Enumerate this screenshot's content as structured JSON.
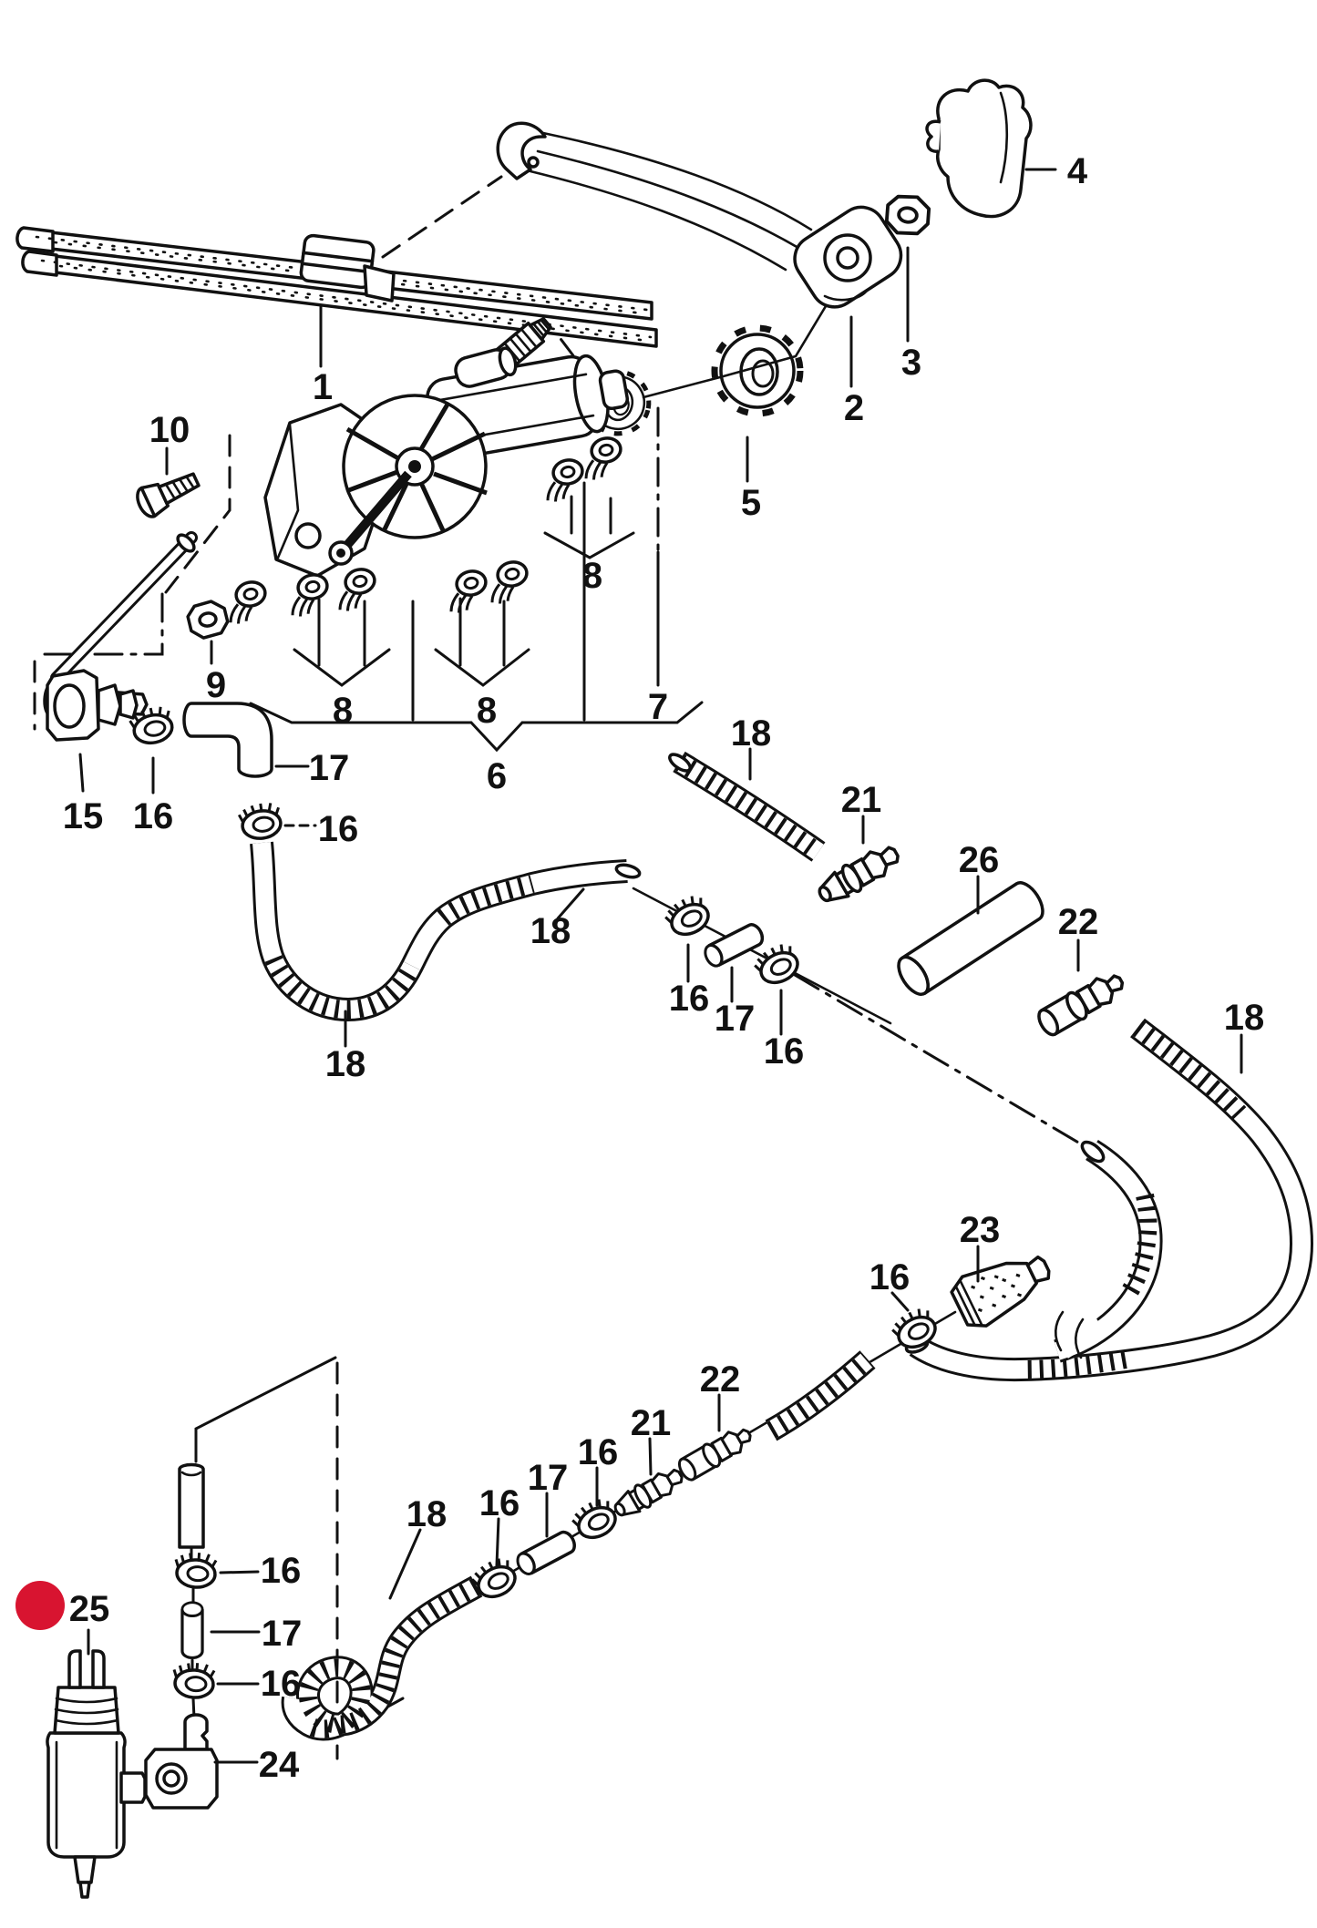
{
  "diagram": {
    "kind": "exploded-parts-diagram",
    "subject": "rear window wiper and washer system",
    "background_color": "#ffffff",
    "line_color": "#111111",
    "highlight_color": "#d81430",
    "highlighted_part": "25"
  },
  "callouts": [
    {
      "text": "1",
      "part": "wiper-blade"
    },
    {
      "text": "2",
      "part": "wiper-arm"
    },
    {
      "text": "3",
      "part": "hex-nut"
    },
    {
      "text": "4",
      "part": "cap"
    },
    {
      "text": "5",
      "part": "grommet"
    },
    {
      "text": "10",
      "part": "bolt"
    },
    {
      "text": "9",
      "part": "nut"
    },
    {
      "text": "8",
      "part": "screw-group-left"
    },
    {
      "text": "8",
      "part": "screw-group-middle"
    },
    {
      "text": "8",
      "part": "screw-group-right"
    },
    {
      "text": "6",
      "part": "motor-bracket"
    },
    {
      "text": "7",
      "part": "wiper-motor"
    },
    {
      "text": "15",
      "part": "connector"
    },
    {
      "text": "16",
      "part": "hose-clamp"
    },
    {
      "text": "17",
      "part": "elbow-hose"
    },
    {
      "text": "16",
      "part": "hose-clamp"
    },
    {
      "text": "18",
      "part": "washer-hose"
    },
    {
      "text": "18",
      "part": "washer-hose"
    },
    {
      "text": "18",
      "part": "washer-hose"
    },
    {
      "text": "21",
      "part": "hose-connector"
    },
    {
      "text": "26",
      "part": "sleeve"
    },
    {
      "text": "22",
      "part": "hose-connector"
    },
    {
      "text": "18",
      "part": "washer-hose"
    },
    {
      "text": "16",
      "part": "hose-clamp"
    },
    {
      "text": "17",
      "part": "hose-joint"
    },
    {
      "text": "16",
      "part": "hose-clamp"
    },
    {
      "text": "23",
      "part": "valve"
    },
    {
      "text": "16",
      "part": "hose-clamp"
    },
    {
      "text": "16",
      "part": "hose-clamp"
    },
    {
      "text": "17",
      "part": "hose-joint"
    },
    {
      "text": "16",
      "part": "hose-clamp"
    },
    {
      "text": "21",
      "part": "hose-connector"
    },
    {
      "text": "22",
      "part": "hose-connector"
    },
    {
      "text": "18",
      "part": "coiled-hose"
    },
    {
      "text": "16",
      "part": "hose-clamp"
    },
    {
      "text": "17",
      "part": "hose-joint"
    },
    {
      "text": "16",
      "part": "hose-clamp"
    },
    {
      "text": "24",
      "part": "elbow-connector"
    },
    {
      "text": "25",
      "part": "washer-pump"
    }
  ]
}
